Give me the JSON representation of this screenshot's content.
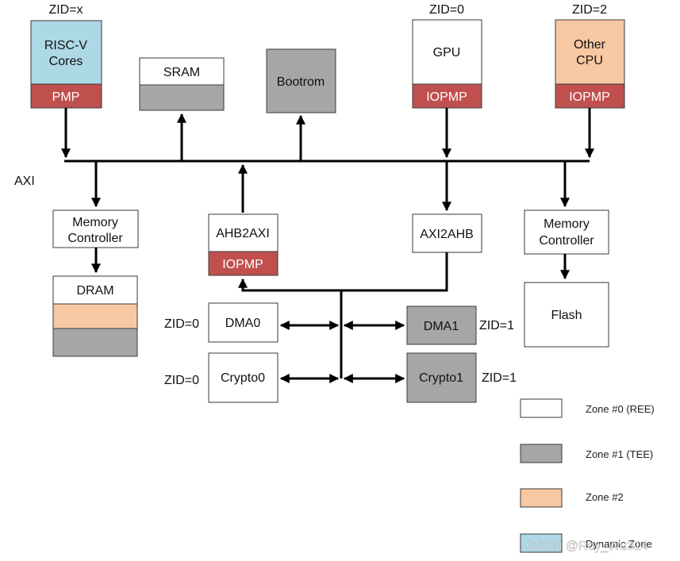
{
  "colors": {
    "zone0": "#ffffff",
    "zone1": "#a6a6a6",
    "zone2": "#f8c8a2",
    "dynamic": "#add8e6",
    "pmp": "#c0504d",
    "wire": "#000000"
  },
  "bus": {
    "label": "AXI"
  },
  "zid": {
    "riscv": "ZID=x",
    "gpu": "ZID=0",
    "other_cpu": "ZID=2",
    "dma0": "ZID=0",
    "crypto0": "ZID=0",
    "dma1": "ZID=1",
    "crypto1": "ZID=1"
  },
  "blocks": {
    "riscv": {
      "line1": "RISC-V",
      "line2": "Cores",
      "unit": "PMP"
    },
    "sram": {
      "label": "SRAM"
    },
    "bootrom": {
      "label": "Bootrom"
    },
    "gpu": {
      "label": "GPU",
      "unit": "IOPMP"
    },
    "other_cpu": {
      "line1": "Other",
      "line2": "CPU",
      "unit": "IOPMP"
    },
    "mem_ctrl_left": {
      "line1": "Memory",
      "line2": "Controller"
    },
    "dram": {
      "label": "DRAM"
    },
    "ahb2axi": {
      "label": "AHB2AXI",
      "unit": "IOPMP"
    },
    "axi2ahb": {
      "label": "AXI2AHB"
    },
    "mem_ctrl_right": {
      "line1": "Memory",
      "line2": "Controller"
    },
    "flash": {
      "label": "Flash"
    },
    "dma0": {
      "label": "DMA0"
    },
    "crypto0": {
      "label": "Crypto0"
    },
    "dma1": {
      "label": "DMA1"
    },
    "crypto1": {
      "label": "Crypto1"
    }
  },
  "legend": [
    {
      "key": "zone0",
      "label": "Zone #0 (REE)"
    },
    {
      "key": "zone1",
      "label": "Zone #1 (TEE)"
    },
    {
      "key": "zone2",
      "label": "Zone #2"
    },
    {
      "key": "dynamic",
      "label": "Dynamic Zone"
    }
  ],
  "watermark": "CSDN @Roy_Wu314"
}
